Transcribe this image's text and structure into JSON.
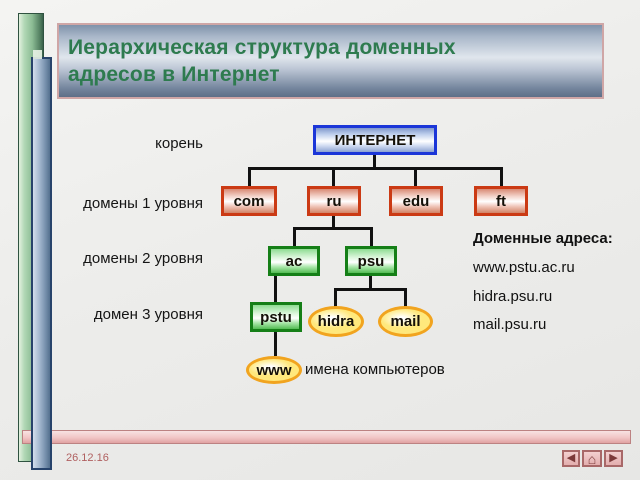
{
  "title": {
    "line1": "Иерархическая структура доменных",
    "line2": "адресов в Интернет"
  },
  "labels": {
    "root": "корень",
    "level1": "домены 1 уровня",
    "level2": "домены 2 уровня",
    "level3": "домен 3 уровня",
    "computer_names": "имена компьютеров"
  },
  "tree": {
    "root": "ИНТЕРНЕТ",
    "level1": [
      "com",
      "ru",
      "edu",
      "ft"
    ],
    "level2": [
      "ac",
      "psu"
    ],
    "level3_box": "pstu",
    "level3_ellipses": [
      "hidra",
      "mail"
    ],
    "level4_ellipse": "www"
  },
  "addresses": {
    "heading": "Доменные адреса:",
    "items": [
      "www.pstu.ac.ru",
      "hidra.psu.ru",
      "mail.psu.ru"
    ]
  },
  "footer": {
    "date": "26.12.16"
  },
  "nav": {
    "back": "◀",
    "home": "⌂",
    "forward": "▶"
  },
  "colors": {
    "title_text": "#2e7b4f",
    "root_border": "#1b36d8",
    "level1_border": "#cb3a14",
    "level2_border": "#157f17",
    "ellipse_border": "#f1a41f",
    "accent_pink": "#e0a2a2",
    "bar_green": "#8cbc94",
    "bar_blue": "#7b94b0"
  }
}
